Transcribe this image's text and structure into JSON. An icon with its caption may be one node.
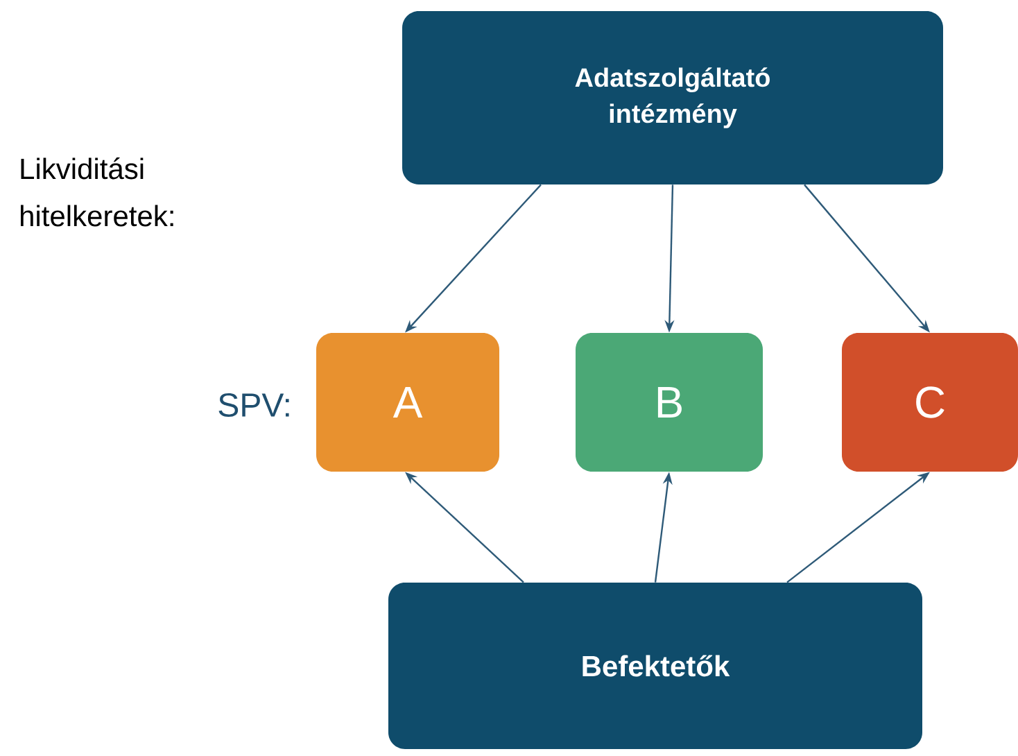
{
  "diagram": {
    "nodes": [
      {
        "text": [
          "Adatszolgáltató intézmény"
        ]
      },
      {
        "text": [
          "A"
        ]
      },
      {
        "text": [
          "B"
        ]
      },
      {
        "text": [
          "C"
        ]
      },
      {
        "text": [
          "Befektetők"
        ]
      }
    ],
    "edges": [
      {
        "from": 0,
        "to": 1,
        "arrow": "to"
      },
      {
        "from": 0,
        "to": 2,
        "arrow": "to"
      },
      {
        "from": 0,
        "to": 3,
        "arrow": "to"
      },
      {
        "from": 4,
        "to": 1,
        "arrow": "to"
      },
      {
        "from": 4,
        "to": 2,
        "arrow": "to"
      },
      {
        "from": 4,
        "to": 3,
        "arrow": "to"
      }
    ],
    "labels": [
      "Likviditási hitelkeretek:",
      "SPV:"
    ]
  }
}
